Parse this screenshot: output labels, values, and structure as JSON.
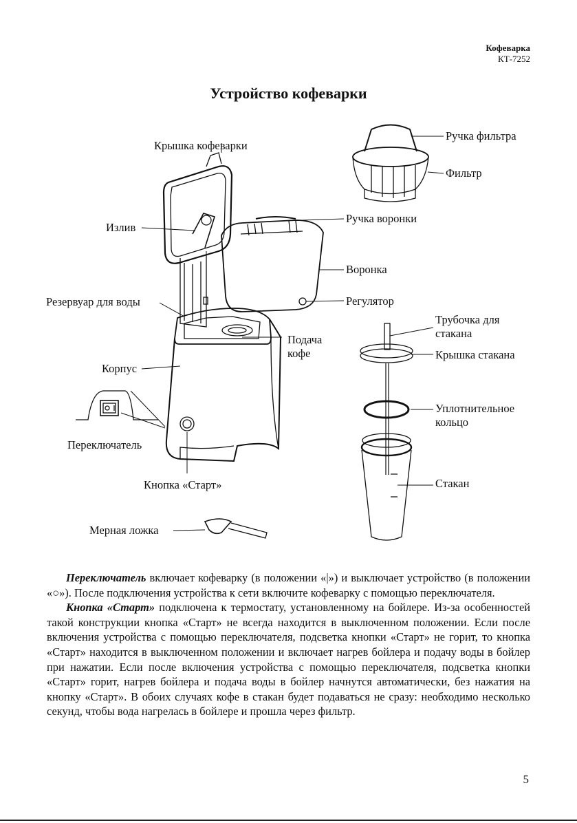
{
  "header": {
    "product": "Кофеварка",
    "model": "КТ-7252"
  },
  "title": "Устройство кофеварки",
  "labels": {
    "lid": "Крышка кофеварки",
    "spout": "Излив",
    "reservoir": "Резервуар для воды",
    "body": "Корпус",
    "switch": "Переключатель",
    "start_button": "Кнопка «Старт»",
    "spoon": "Мерная ложка",
    "filter_handle": "Ручка фильтра",
    "filter": "Фильтр",
    "funnel_handle": "Ручка воронки",
    "funnel": "Воронка",
    "regulator": "Регулятор",
    "coffee_feed_1": "Подача",
    "coffee_feed_2": "кофе",
    "tube_1": "Трубочка для",
    "tube_2": "стакана",
    "cup_lid": "Крышка стакана",
    "seal_1": "Уплотнительное",
    "seal_2": "кольцо",
    "cup": "Стакан"
  },
  "paragraphs": [
    {
      "term": "Переключатель",
      "text": " включает кофеварку (в положении «|») и выключает устройство (в положении «○»). После подключения устройства к сети включите кофеварку с помощью переключателя."
    },
    {
      "term": "Кнопка «Старт»",
      "text": " подключена к термостату, установленному на бойлере. Из-за особенностей такой конструкции кнопка «Старт» не всегда находится в выключенном положении. Если после включения устройства с помощью переключателя, подсветка кнопки «Старт» не горит, то кнопка «Старт» находится в выключенном положении и включает нагрев бойлера и подачу воды в бойлер при нажатии. Если после включения устройства с помощью переключателя, подсветка кнопки «Старт» горит, нагрев бойлера и подача воды в бойлер начнутся автоматически, без нажатия на кнопку «Старт». В обоих случаях кофе в стакан будет подаваться не сразу: необходимо несколько секунд, чтобы вода нагрелась в бойлере и прошла через фильтр."
    }
  ],
  "page_number": "5"
}
